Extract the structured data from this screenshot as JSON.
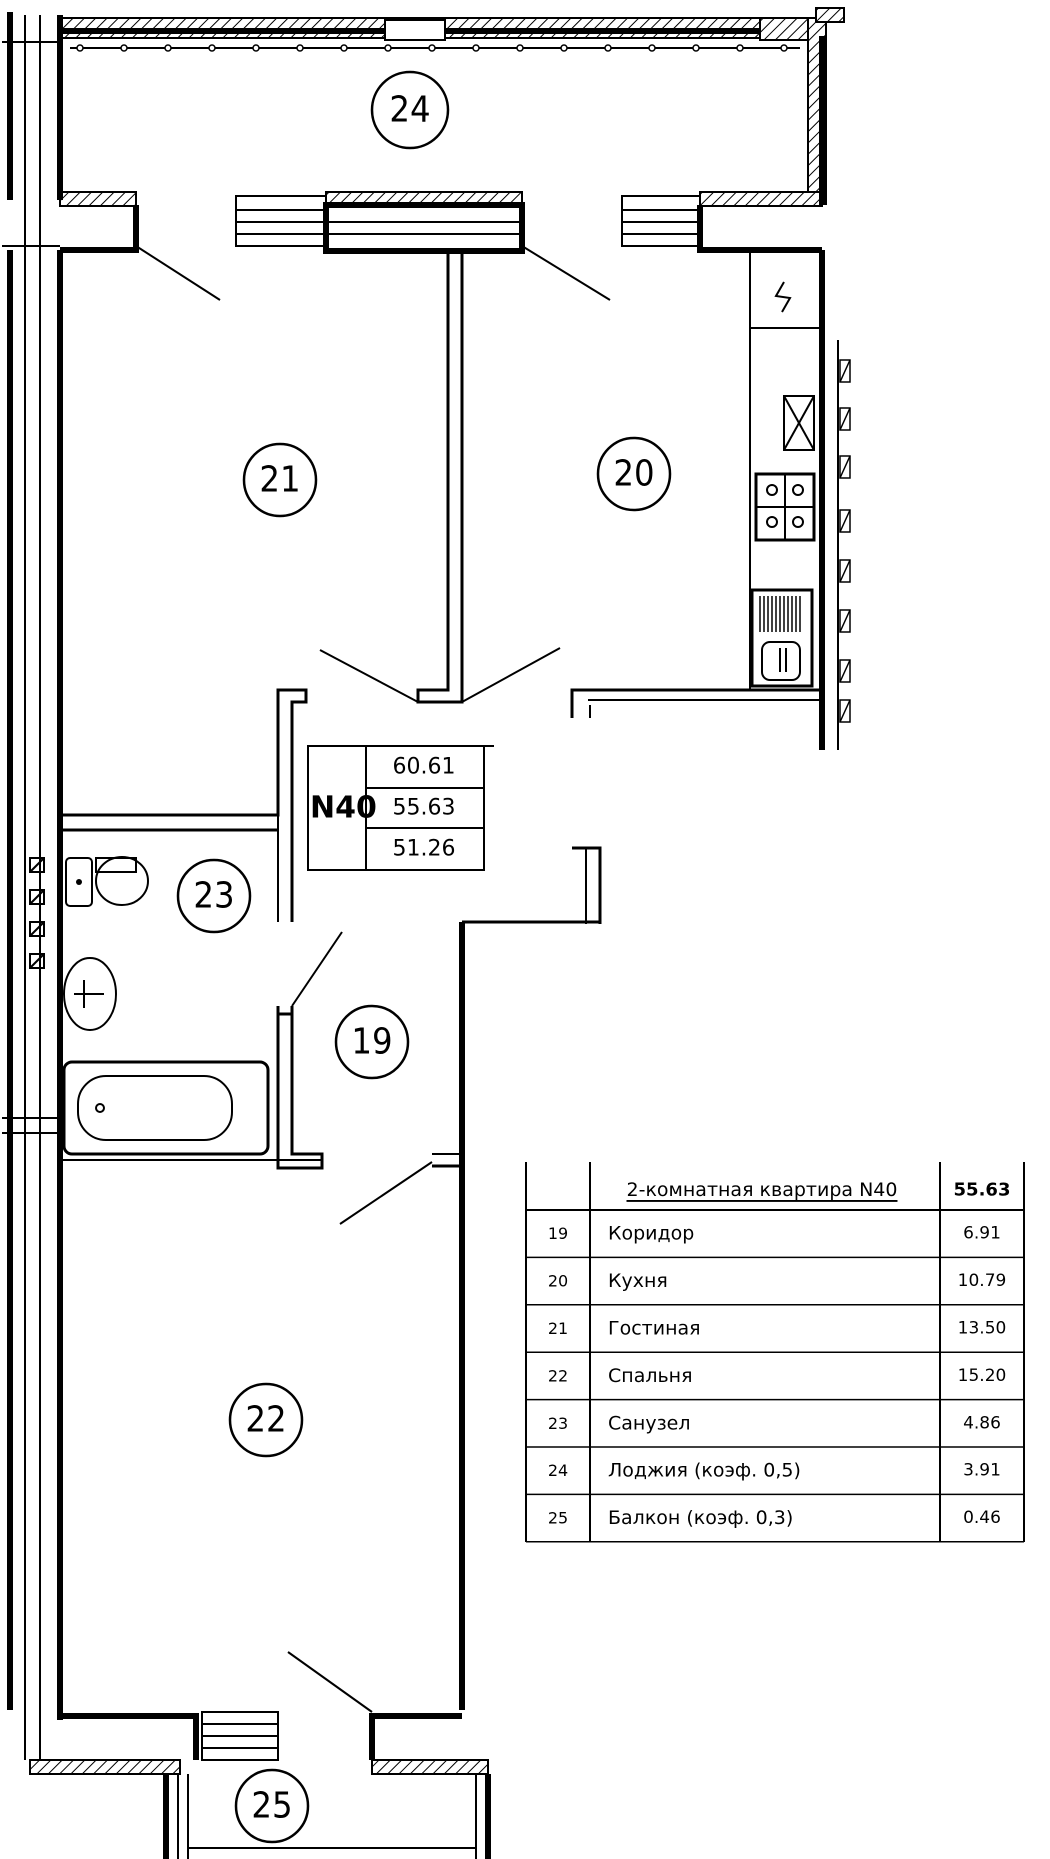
{
  "apartment": {
    "label": "N40",
    "total_area": "60.61",
    "living_area": "55.63",
    "area_no_balcony": "51.26"
  },
  "rooms": [
    {
      "number": "24"
    },
    {
      "number": "21"
    },
    {
      "number": "20"
    },
    {
      "number": "23"
    },
    {
      "number": "19"
    },
    {
      "number": "22"
    },
    {
      "number": "25"
    }
  ],
  "table": {
    "title": "2-комнатная квартира N40",
    "total": "55.63",
    "rows": [
      {
        "num": "19",
        "name": "Коридор",
        "area": "6.91"
      },
      {
        "num": "20",
        "name": "Кухня",
        "area": "10.79"
      },
      {
        "num": "21",
        "name": "Гостиная",
        "area": "13.50"
      },
      {
        "num": "22",
        "name": "Спальня",
        "area": "15.20"
      },
      {
        "num": "23",
        "name": "Санузел",
        "area": "4.86"
      },
      {
        "num": "24",
        "name": "Лоджия (коэф. 0,5)",
        "area": "3.91"
      },
      {
        "num": "25",
        "name": "Балкон (коэф. 0,3)",
        "area": "0.46"
      }
    ]
  }
}
